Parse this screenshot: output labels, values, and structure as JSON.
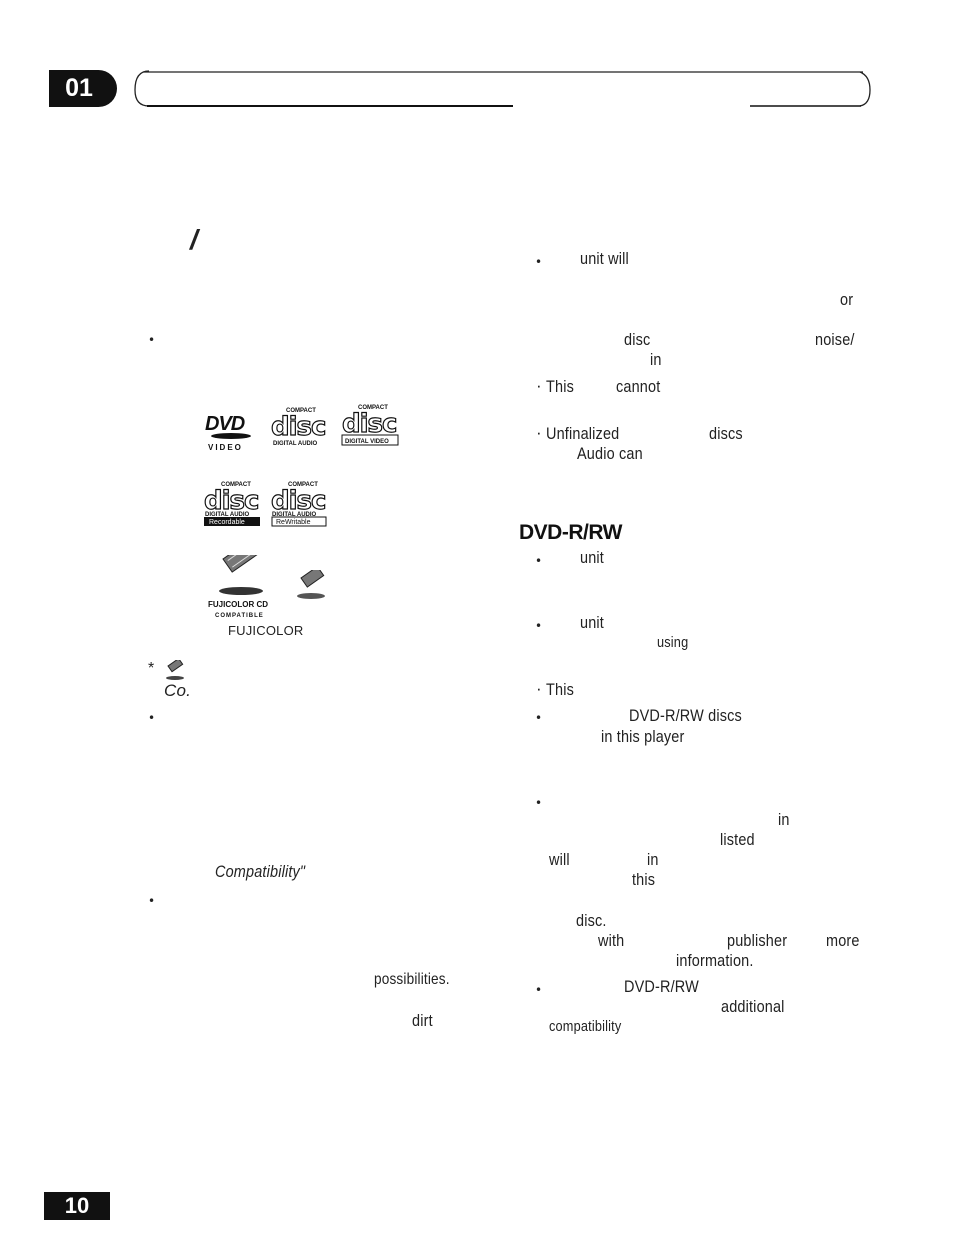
{
  "header": {
    "chapter_number": "01",
    "page_number": "10"
  },
  "left_column": {
    "slash_mark": "/",
    "logos": {
      "dvd_video_label": "VIDEO",
      "cd_digital_audio_caption": "DIGITAL AUDIO",
      "cd_compact_label": "COMPACT",
      "cd_digital_video_caption": "DIGITAL VIDEO",
      "cd_recordable_caption": "DIGITAL AUDIO",
      "cd_recordable_badge": "Recordable",
      "cd_rewritable_caption": "DIGITAL AUDIO",
      "cd_rewritable_badge": "ReWritable",
      "fujicolor_cd_line1": "FUJICOLOR CD",
      "fujicolor_cd_line2": "COMPATIBLE",
      "fujicolor_caption": "FUJICOLOR"
    },
    "footnote_asterisk": "*",
    "footnote_co": "Co.",
    "compatibility_quote": "Compatibility\"",
    "possibilities": "possibilities.",
    "dirt": "dirt"
  },
  "right_column": {
    "line_unit_will": "unit will",
    "line_or": "or",
    "line_disc": "disc",
    "line_noise": "noise/",
    "line_in1": "in",
    "line_this": "This",
    "line_cannot": "cannot",
    "line_unfinalized": "Unfinalized",
    "line_discs": "discs",
    "line_audio_can": "Audio can",
    "section_title": "DVD-R/RW",
    "line_unit1": "unit",
    "line_unit2": "unit",
    "line_using": "using",
    "line_this2": "This",
    "line_dvdrw_discs": "DVD-R/RW discs",
    "line_in_this_player": "in this player",
    "line_in2": "in",
    "line_listed": "listed",
    "line_will": "will",
    "line_in3": "in",
    "line_this3": "this",
    "line_disc2": "disc.",
    "line_with": "with",
    "line_publisher": "publisher",
    "line_more": "more",
    "line_information": "information.",
    "line_dvdrw2": "DVD-R/RW",
    "line_additional": "additional",
    "line_compatibility": "compatibility"
  }
}
